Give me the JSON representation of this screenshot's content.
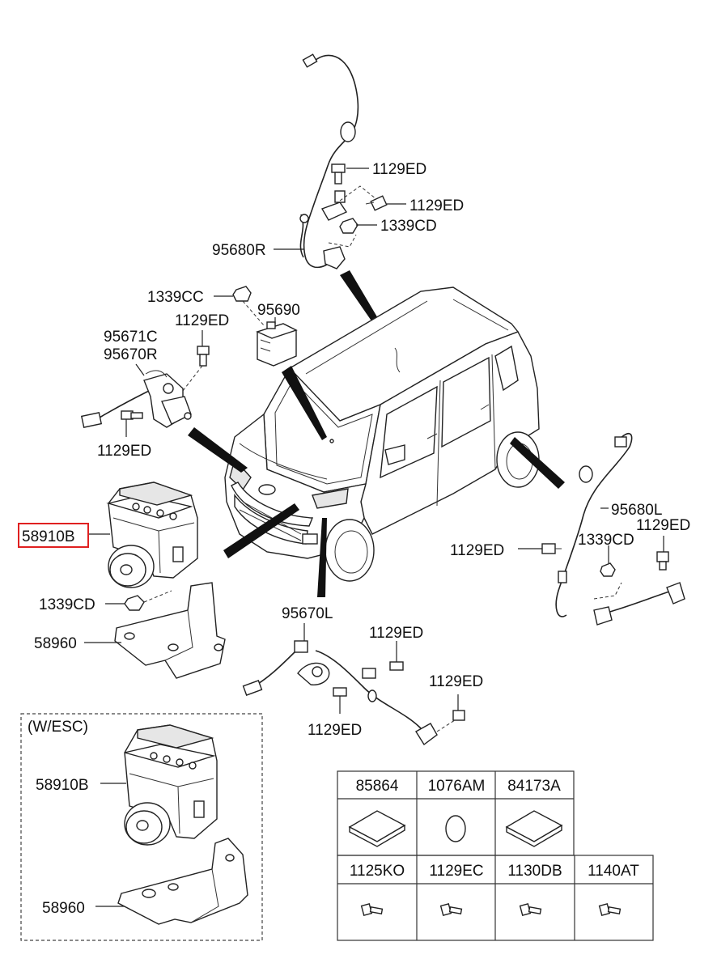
{
  "callouts": {
    "c1": "1129ED",
    "c2": "1129ED",
    "c3": "1339CD",
    "c4": "95680R",
    "c5": "1339CC",
    "c6": "95690",
    "c7": "1129ED",
    "c8": "95671C",
    "c9": "95670R",
    "c10": "1129ED",
    "c11": "58910B",
    "c12": "1339CD",
    "c13": "58960",
    "c14": "95670L",
    "c15": "1129ED",
    "c16": "1129ED",
    "c17": "1129ED",
    "c18": "95680L",
    "c19": "1129ED",
    "c20": "1339CD",
    "c21": "1129ED"
  },
  "esc_box": {
    "title": "(W/ESC)",
    "part1": "58910B",
    "part2": "58960"
  },
  "parts_table": {
    "row1": [
      "85864",
      "1076AM",
      "84173A"
    ],
    "row2": [
      "1125KO",
      "1129EC",
      "1130DB",
      "1140AT"
    ]
  },
  "colors": {
    "highlight": "#e02020"
  }
}
